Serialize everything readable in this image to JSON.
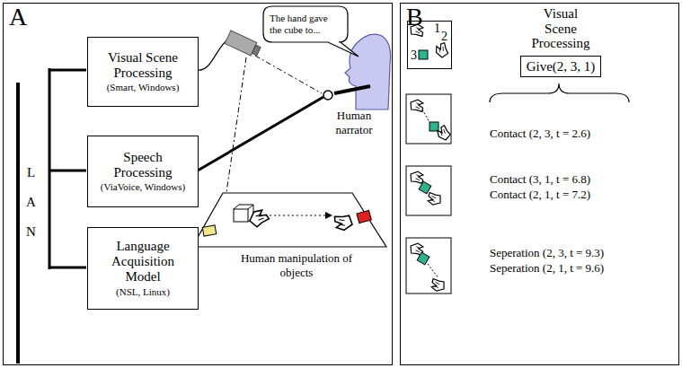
{
  "diagram": {
    "nodes": [
      {
        "text": [
          "A"
        ]
      },
      {
        "text": [
          "Visual Scene Processing",
          "(Smart, Windows)"
        ],
        "in": 0
      },
      {
        "text": [
          "Speech Processing",
          "(ViaVoice, Windows)"
        ],
        "in": 0
      },
      {
        "text": [
          "Language Acquisition Model",
          "(NSL, Linux)"
        ],
        "in": 0
      },
      {
        "text": [
          "The hand gave the cube to..."
        ],
        "in": 0
      },
      {
        "text": [
          "B"
        ]
      },
      {
        "text": [
          "1",
          "2",
          "3"
        ],
        "in": 5
      },
      {
        "text": [
          "Visual Scene Processing",
          "Give(2, 3, 1)"
        ],
        "in": 5
      }
    ],
    "labels": [
      "LAN",
      "Human narrator",
      "Human manipulation of objects",
      "Contact (2, 3, t = 2.6)",
      "Contact (3, 1, t = 6.8)",
      "Contact (2, 1, t = 7.2)",
      "Seperation (2, 3, t = 9.3)",
      "Seperation (2, 1, t = 9.6)"
    ]
  }
}
